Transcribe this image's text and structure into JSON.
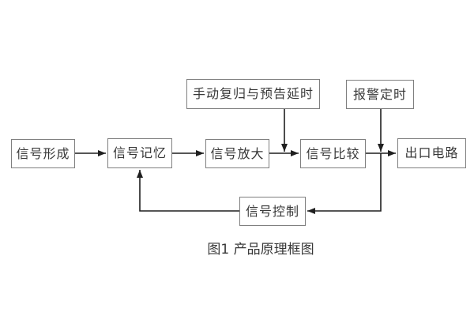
{
  "figure": {
    "caption": "图1 产品原理框图"
  },
  "diagram": {
    "type": "block-flow-diagram",
    "nodes": {
      "signal_formation": {
        "label": "信号形成"
      },
      "signal_memory": {
        "label": "信号记忆"
      },
      "signal_amplification": {
        "label": "信号放大"
      },
      "signal_comparison": {
        "label": "信号比较"
      },
      "output_circuit": {
        "label": "出口电路"
      },
      "manual_reset_delay": {
        "label": "手动复归与预告延时"
      },
      "alarm_timing": {
        "label": "报警定时"
      },
      "signal_control": {
        "label": "信号控制"
      }
    },
    "edges": [
      {
        "from": "signal_formation",
        "to": "signal_memory",
        "style": "arrow-right"
      },
      {
        "from": "signal_memory",
        "to": "signal_amplification",
        "style": "arrow-right"
      },
      {
        "from": "signal_amplification",
        "to": "signal_comparison",
        "style": "arrow-right"
      },
      {
        "from": "signal_comparison",
        "to": "output_circuit",
        "style": "arrow-right"
      },
      {
        "from": "manual_reset_delay",
        "to": "link-amplification-comparison",
        "style": "arrow-down"
      },
      {
        "from": "alarm_timing",
        "to": "link-comparison-output",
        "style": "arrow-down"
      },
      {
        "from": "link-comparison-output",
        "to": "signal_control",
        "style": "down-then-left-arrow"
      },
      {
        "from": "signal_control",
        "to": "signal_memory",
        "style": "left-then-up-arrow"
      }
    ],
    "colors": {
      "background": "#ffffff",
      "box_border": "#7f7f7f",
      "line": "#1f1f1f",
      "text": "#383838"
    }
  }
}
